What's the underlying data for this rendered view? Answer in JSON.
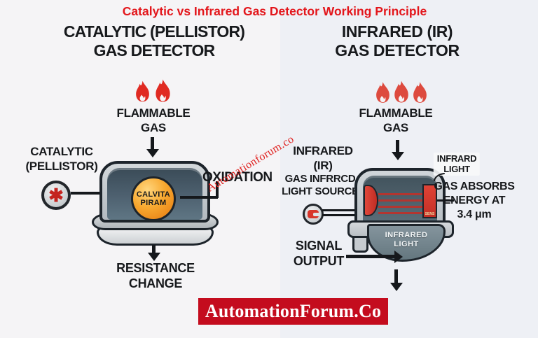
{
  "title": "Catalytic vs Infrared Gas Detector Working Principle",
  "left_panel": {
    "heading1": "CATALYTIC (PELLISTOR)",
    "heading2": "GAS DETECTOR",
    "flammable1": "FLAMMABLE",
    "flammable2": "GAS",
    "component1": "CATALYTIC",
    "component2": "(PELLISTOR)",
    "bead1": "CALVITA",
    "bead2": "PIRAM",
    "oxidation": "OXIDATION",
    "result1": "RESISTANCE",
    "result2": "CHANGE"
  },
  "right_panel": {
    "heading1": "INFRARED (IR)",
    "heading2": "GAS DETECTOR",
    "flammable1": "FLAMMABLE",
    "flammable2": "GAS",
    "ir1": "INFRARED",
    "ir2": "(IR)",
    "source1": "GAS INFRRCD",
    "source2": "LIGHT SOURCE",
    "toplabel1": "INFRARD",
    "toplabel2": "LIGHT",
    "absorb1": "GAS ABSORBS",
    "absorb2": "ENERGY AT",
    "absorb3": "3.4 μm",
    "chamber1": "INFRARED",
    "chamber2": "LIGHT",
    "chip": "SENS",
    "signal1": "SIGNAL",
    "signal2": "OUTPUT"
  },
  "watermark": {
    "diagonal": "Automationforum.co",
    "banner": "AutomationForum.Co"
  },
  "colors": {
    "title_red": "#e3161b",
    "flame_red": "#e02a22",
    "device_red": "#d8352a",
    "banner_bg": "#c40c1e",
    "banner_text": "#ffffff",
    "ink": "#17191c"
  }
}
